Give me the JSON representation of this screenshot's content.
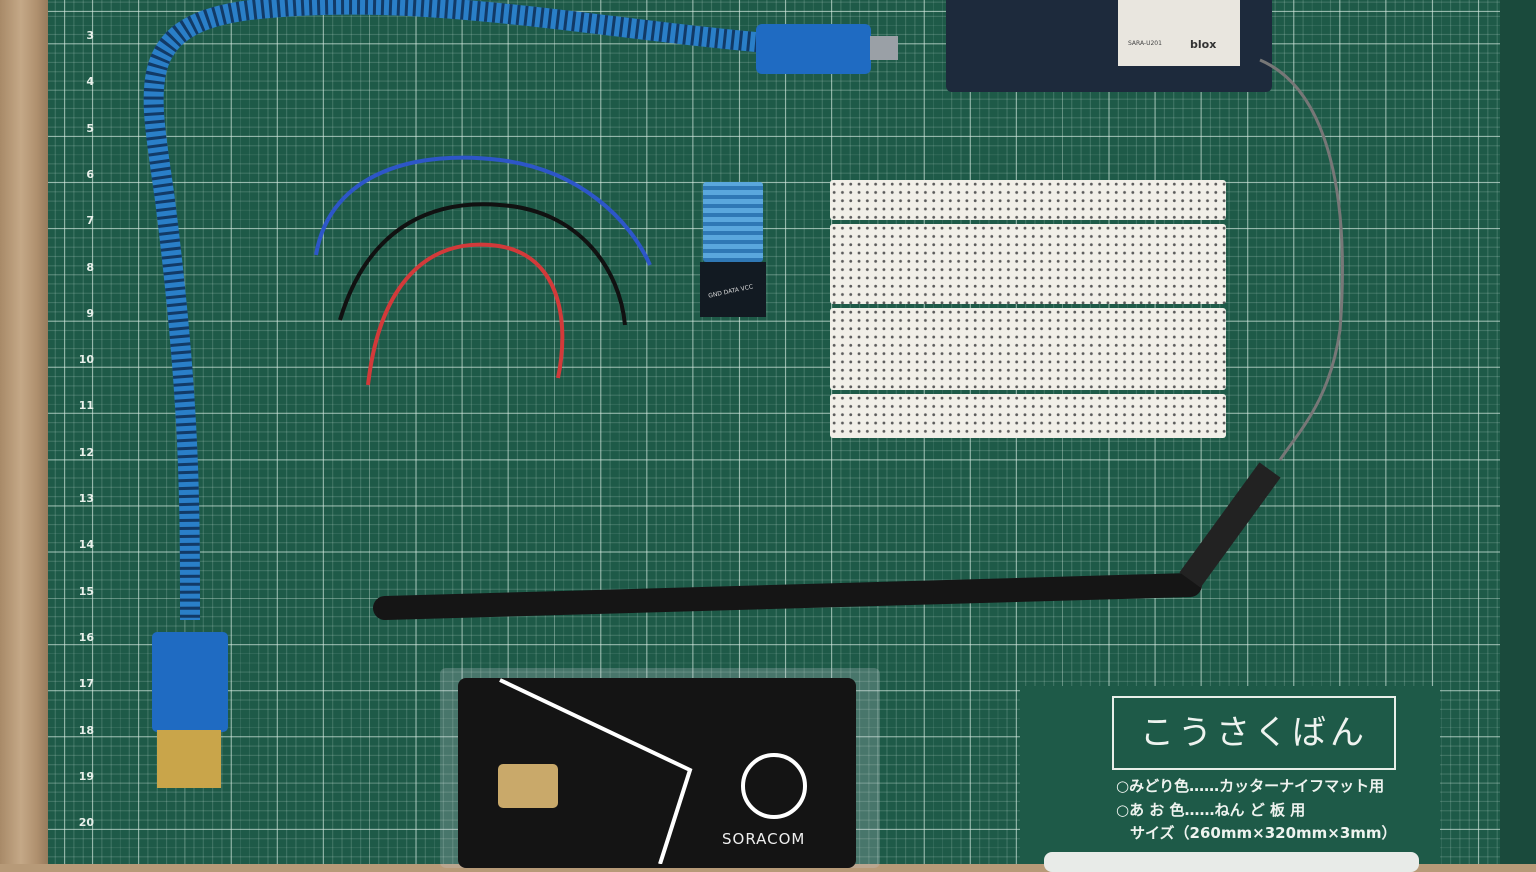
{
  "ruler_numbers": [
    "3",
    "4",
    "5",
    "6",
    "7",
    "8",
    "9",
    "10",
    "11",
    "12",
    "13",
    "14",
    "15",
    "16",
    "17",
    "18",
    "19",
    "20"
  ],
  "mat_label": {
    "title": "こうさくばん",
    "line1": "○みどり色……カッターナイフマット用",
    "line2": "○あ お 色……ねん ど 板 用",
    "line3": "サイズ（260mm×320mm×3mm）"
  },
  "sim_card": {
    "brand": "SORACOM"
  },
  "board": {
    "module_brand": "blox",
    "module_model": "SARA-U201"
  },
  "sensor": {
    "pins_label": "GND DATA VCC"
  },
  "colors": {
    "mat": "#1e5a48",
    "cable": "#2a7fc8",
    "jumper_blue": "#2d56c8",
    "jumper_red": "#d23a3a"
  }
}
